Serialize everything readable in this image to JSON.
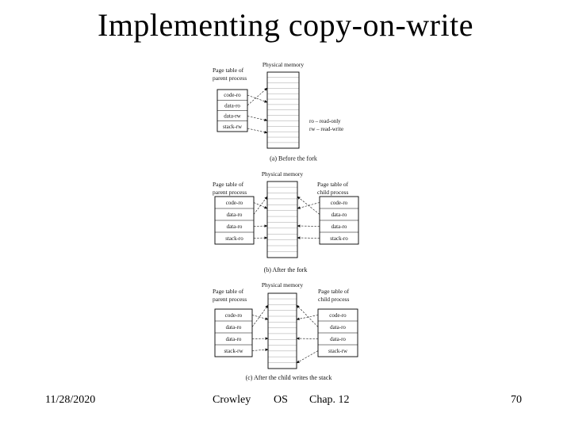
{
  "slide": {
    "title": "Implementing copy-on-write",
    "footer": {
      "date": "11/28/2020",
      "author": "Crowley",
      "course": "OS",
      "chapter": "Chap. 12",
      "page": "70"
    }
  },
  "figures": {
    "a": {
      "physical_memory": "Physical memory",
      "parent_label_1": "Page table of",
      "parent_label_2": "parent process",
      "parent_rows": [
        "code-ro",
        "data-ro",
        "data-rw",
        "stack-rw"
      ],
      "legend_1": "ro – read-only",
      "legend_2": "rw – read-write",
      "caption": "(a) Before the fork"
    },
    "b": {
      "physical_memory": "Physical memory",
      "parent_label_1": "Page table of",
      "parent_label_2": "parent process",
      "child_label_1": "Page table of",
      "child_label_2": "child process",
      "parent_rows": [
        "code-ro",
        "data-ro",
        "data-ro",
        "stack-ro"
      ],
      "child_rows": [
        "code-ro",
        "data-ro",
        "data-ro",
        "stack-ro"
      ],
      "caption": "(b) After the fork"
    },
    "c": {
      "physical_memory": "Physical memory",
      "parent_label_1": "Page table of",
      "parent_label_2": "parent process",
      "child_label_1": "Page table of",
      "child_label_2": "child process",
      "parent_rows": [
        "code-ro",
        "data-ro",
        "data-ro",
        "stack-rw"
      ],
      "child_rows": [
        "code-ro",
        "data-ro",
        "data-ro",
        "stack-rw"
      ],
      "caption": "(c) After the child writes the stack"
    }
  }
}
